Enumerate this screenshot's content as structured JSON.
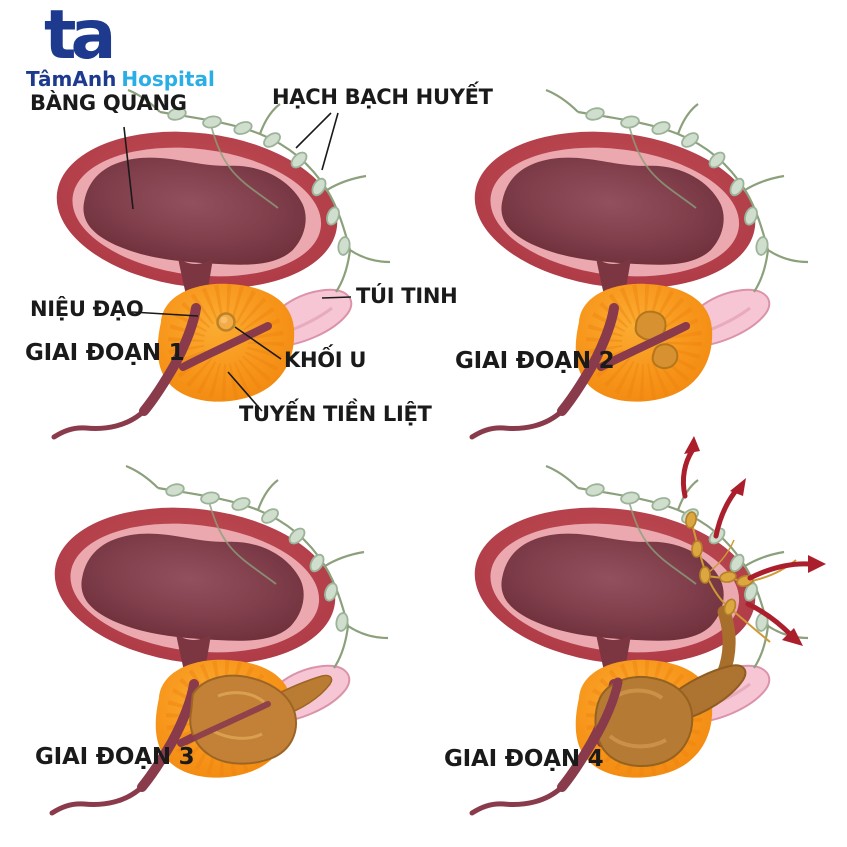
{
  "logo": {
    "mark": "ta",
    "brand_bold": "TâmAnh",
    "brand_light": "Hospital"
  },
  "annotations": {
    "bladder": "BÀNG QUANG",
    "lymph_nodes": "HẠCH BẠCH HUYẾT",
    "urethra": "NIỆU ĐẠO",
    "seminal_vesicle": "TÚI TINH",
    "tumor": "KHỐI U",
    "prostate": "TUYẾN TIỀN LIỆT"
  },
  "panels": [
    {
      "stage_label": "GIAI ĐOẠN 1"
    },
    {
      "stage_label": "GIAI ĐOẠN 2"
    },
    {
      "stage_label": "GIAI ĐOẠN 3"
    },
    {
      "stage_label": "GIAI ĐOẠN 4"
    }
  ],
  "colors": {
    "label_text": "#1a1a1a",
    "logo_navy": "#1d3a8f",
    "logo_cyan": "#29aee6",
    "bladder_outer": "#b8434c",
    "bladder_ring": "#eba8ae",
    "bladder_cavity": "#7b3641",
    "prostate": "#f79a1b",
    "prostate_texture": "#ee8310",
    "urethra": "#8a3b4b",
    "seminal_vesicle": "#f7c6d5",
    "lymph_node": "#cfdecd",
    "lymph_vessel": "#8ba07b",
    "tumor_stage1": "#f3ab45",
    "tumor_stage2": "#d79130",
    "tumor_stage3": "#c28136",
    "tumor_stage4": "#b57a33",
    "metastasis_node": "#dba73e",
    "spread_arrow": "#ab1f2d"
  }
}
